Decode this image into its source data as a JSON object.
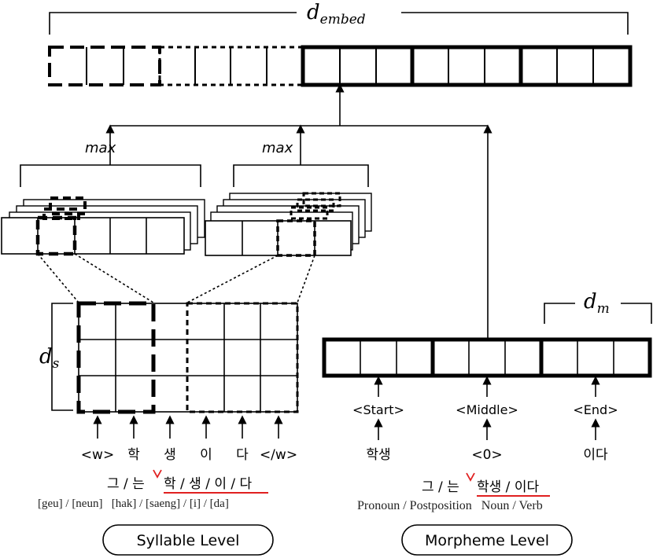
{
  "top": {
    "dim_label_main": "d",
    "dim_label_sub": "embed"
  },
  "max_labels": [
    "max",
    "max"
  ],
  "syllable": {
    "dim_label_main": "d",
    "dim_label_sub": "s",
    "tokens": [
      "<w>",
      "학",
      "생",
      "이",
      "다",
      "</w>"
    ],
    "sentence": {
      "prefix": "그 / 는",
      "underlined": "학 / 생 / 이 / 다",
      "romanization": "[geu] / [neun]   [hak] / [saeng] / [i] / [da]"
    },
    "level_label": "Syllable Level"
  },
  "morpheme": {
    "dim_label_main": "d",
    "dim_label_sub": "m",
    "tags": [
      "<Start>",
      "<Middle>",
      "<End>"
    ],
    "tokens": [
      "학생",
      "<0>",
      "이다"
    ],
    "sentence": {
      "prefix": "그 / 는",
      "underlined": "학생 / 이다",
      "pos": "Pronoun / Postposition   Noun / Verb"
    },
    "level_label": "Morpheme Level"
  },
  "colors": {
    "ink": "#000000",
    "accent": "#e02020"
  }
}
